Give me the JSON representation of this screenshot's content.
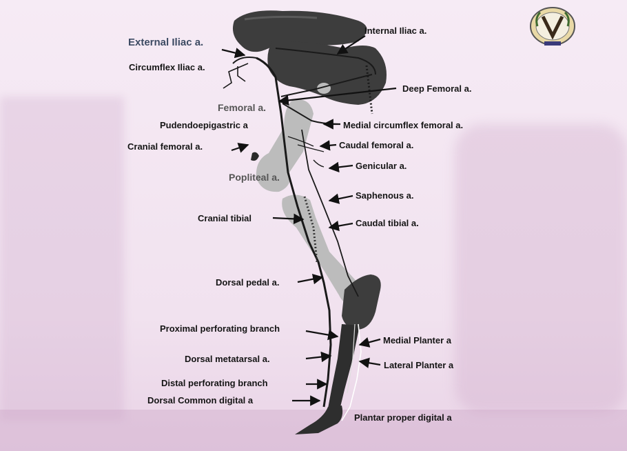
{
  "labels": {
    "internal_iliac": "Internal Iliac a.",
    "external_iliac": "External Iliac a.",
    "circumflex_iliac": "Circumflex Iliac a.",
    "deep_femoral": "Deep Femoral a.",
    "femoral": "Femoral a.",
    "pudendoepigastric": "Pudendoepigastric a",
    "medial_circumflex_femoral": "Medial circumflex femoral a.",
    "cranial_femoral": "Cranial femoral a.",
    "caudal_femoral": "Caudal femoral a.",
    "genicular": "Genicular a.",
    "popliteal": "Popliteal a.",
    "saphenous": "Saphenous a.",
    "cranial_tibial": "Cranial tibial",
    "caudal_tibial": "Caudal tibial a.",
    "dorsal_pedal": "Dorsal pedal a.",
    "proximal_perforating": "Proximal perforating branch",
    "medial_planter": "Medial Planter a",
    "dorsal_metatarsal": "Dorsal metatarsal a.",
    "lateral_planter": "Lateral Planter a",
    "distal_perforating": "Distal perforating branch",
    "dorsal_common_digital": "Dorsal Common digital a",
    "plantar_proper_digital": "Plantar proper digital a"
  },
  "colors": {
    "bone_dark": "#3d3d3d",
    "bone_light": "#bcbcbc",
    "artery": "#1a1a1a",
    "label_text": "#151515",
    "background": "#f3e6f2"
  },
  "logo": {
    "icon": "university-seal-icon"
  }
}
